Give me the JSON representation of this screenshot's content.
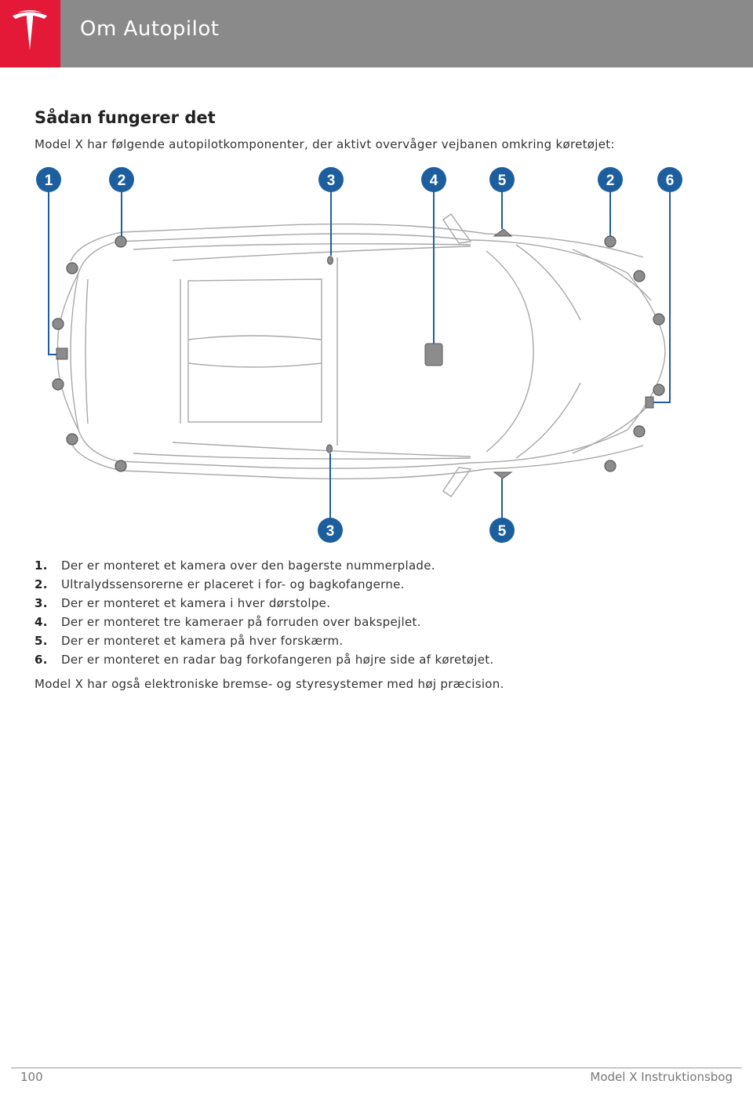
{
  "header": {
    "title": "Om Autopilot",
    "brand_color": "#e31937",
    "bar_color": "#8a8a8a"
  },
  "section": {
    "title": "Sådan fungerer det",
    "intro": "Model X har følgende autopilotkomponenter, der aktivt overvåger vejbanen omkring køretøjet:"
  },
  "diagram": {
    "callouts": [
      "1",
      "2",
      "3",
      "4",
      "5",
      "2",
      "6",
      "3",
      "5"
    ],
    "callout_color": "#1d5f9e"
  },
  "legend": [
    {
      "num": "1.",
      "text": "Der er monteret et kamera over den bagerste nummerplade."
    },
    {
      "num": "2.",
      "text": "Ultralydssensorerne er placeret i for- og bagkofangerne."
    },
    {
      "num": "3.",
      "text": "Der er monteret et kamera i hver dørstolpe."
    },
    {
      "num": "4.",
      "text": "Der er monteret tre kameraer på forruden over bakspejlet."
    },
    {
      "num": "5.",
      "text": "Der er monteret et kamera på hver forskærm."
    },
    {
      "num": "6.",
      "text": "Der er monteret en radar bag forkofangeren på højre side af køretøjet."
    }
  ],
  "outro": "Model X har også elektroniske bremse- og styresystemer med høj præcision.",
  "footer": {
    "page_number": "100",
    "text": "Model X Instruktionsbog"
  }
}
